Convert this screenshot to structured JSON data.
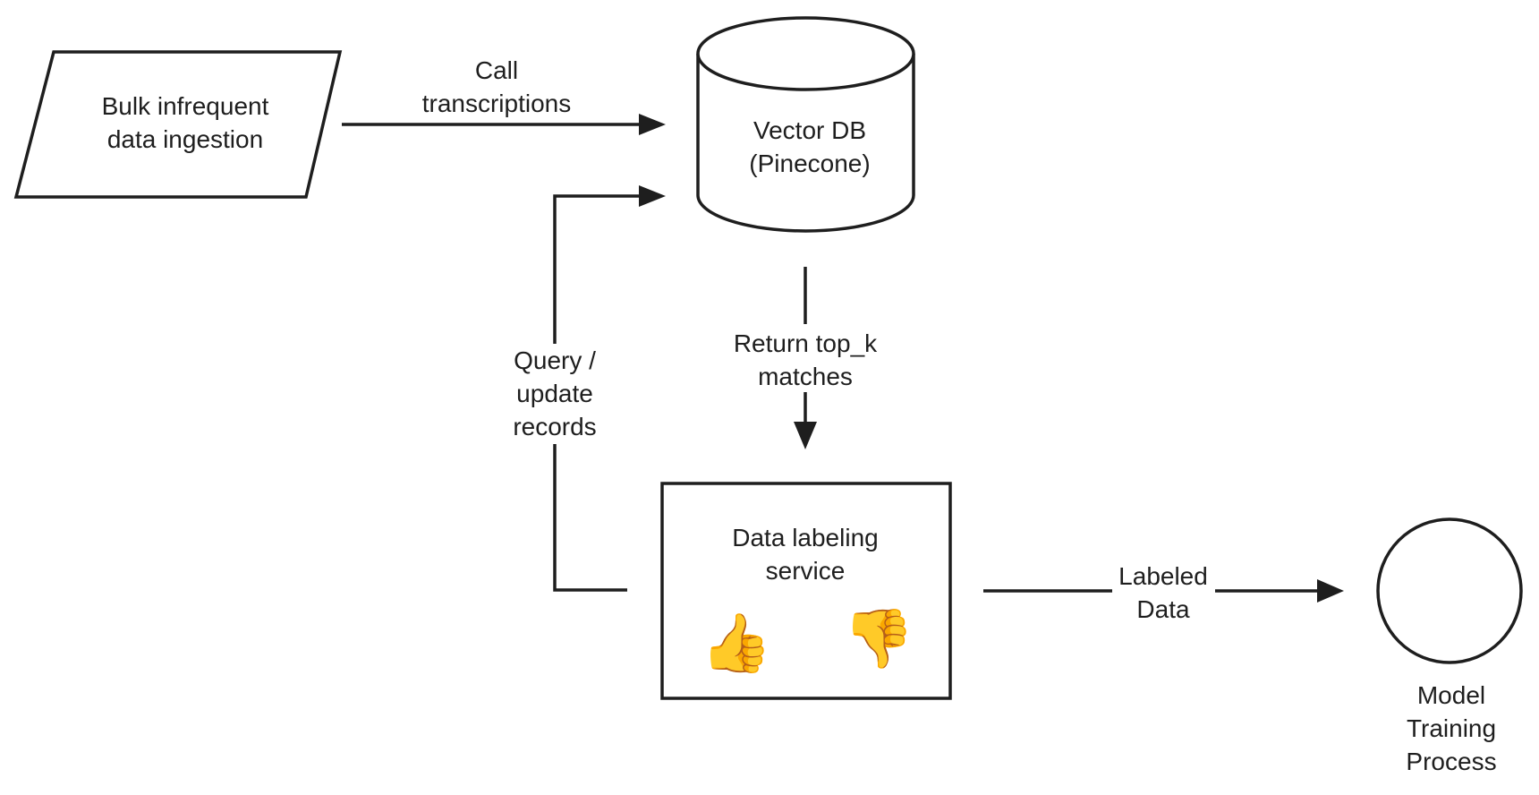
{
  "nodes": {
    "ingestion": {
      "lines": [
        "Bulk infrequent",
        "data ingestion"
      ],
      "shape": "parallelogram"
    },
    "vector_db": {
      "lines": [
        "Vector DB",
        "(Pinecone)"
      ],
      "shape": "cylinder"
    },
    "labeling": {
      "lines": [
        "Data labeling",
        "service"
      ],
      "shape": "rectangle",
      "icons": [
        {
          "name": "thumbs-up-icon",
          "glyph": "👍"
        },
        {
          "name": "thumbs-down-icon",
          "glyph": "👎"
        }
      ]
    },
    "training": {
      "lines": [
        "Model",
        "Training",
        "Process"
      ],
      "shape": "circle"
    }
  },
  "edges": {
    "call_transcriptions": {
      "from": "ingestion",
      "to": "vector_db",
      "lines": [
        "Call",
        "transcriptions"
      ]
    },
    "query_update": {
      "from": "labeling",
      "to": "vector_db",
      "lines": [
        "Query /",
        "update",
        "records"
      ]
    },
    "return_topk": {
      "from": "vector_db",
      "to": "labeling",
      "lines": [
        "Return top_k",
        "matches"
      ]
    },
    "labeled_data": {
      "from": "labeling",
      "to": "training",
      "lines": [
        "Labeled",
        "Data"
      ]
    }
  }
}
